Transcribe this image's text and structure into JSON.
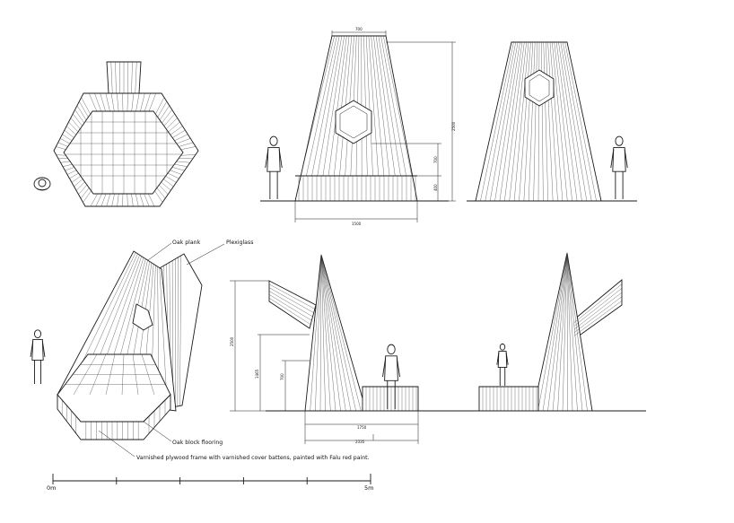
{
  "annotations": {
    "oak_plank": "Oak plank",
    "plexiglass": "Plexiglass",
    "oak_block_flooring": "Oak block flooring",
    "frame_note": "Varnished plywood frame with varnished cover battens, painted with Falu red paint."
  },
  "dimensions": {
    "top_width": "700",
    "total_height": "2500",
    "window_height": "700",
    "window_sill": "400",
    "base_width": "1500",
    "section_height": "2500",
    "section_mid": "1465",
    "section_low": "700",
    "section_inner": "1750",
    "section_overall": "2335"
  },
  "scale_bar": {
    "start_label": "0m",
    "end_label": "5m",
    "divisions": 5
  }
}
